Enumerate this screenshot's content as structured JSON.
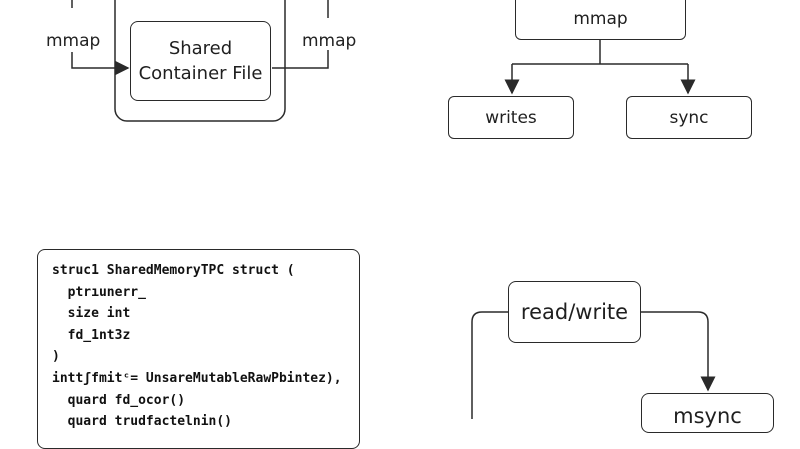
{
  "top_left": {
    "left_label": "mmap",
    "right_label": "mmap",
    "inner_box": [
      "Shared",
      "Container File"
    ]
  },
  "top_right": {
    "root": "mmap",
    "left_child": "writes",
    "right_child": "sync"
  },
  "code_block": {
    "lines": [
      "struc1 SharedMemoryTPC struct (",
      "  ptrıunerr_",
      "  size int",
      "  fd_1nt3z",
      ")",
      "inttʃfmitᶜ= UnsareMutableRawPbintez),",
      "  quard fd_ocor()",
      "  quard trudfactelnin()"
    ]
  },
  "bottom_right": {
    "top_box": "read/write",
    "bottom_box": "msync"
  }
}
